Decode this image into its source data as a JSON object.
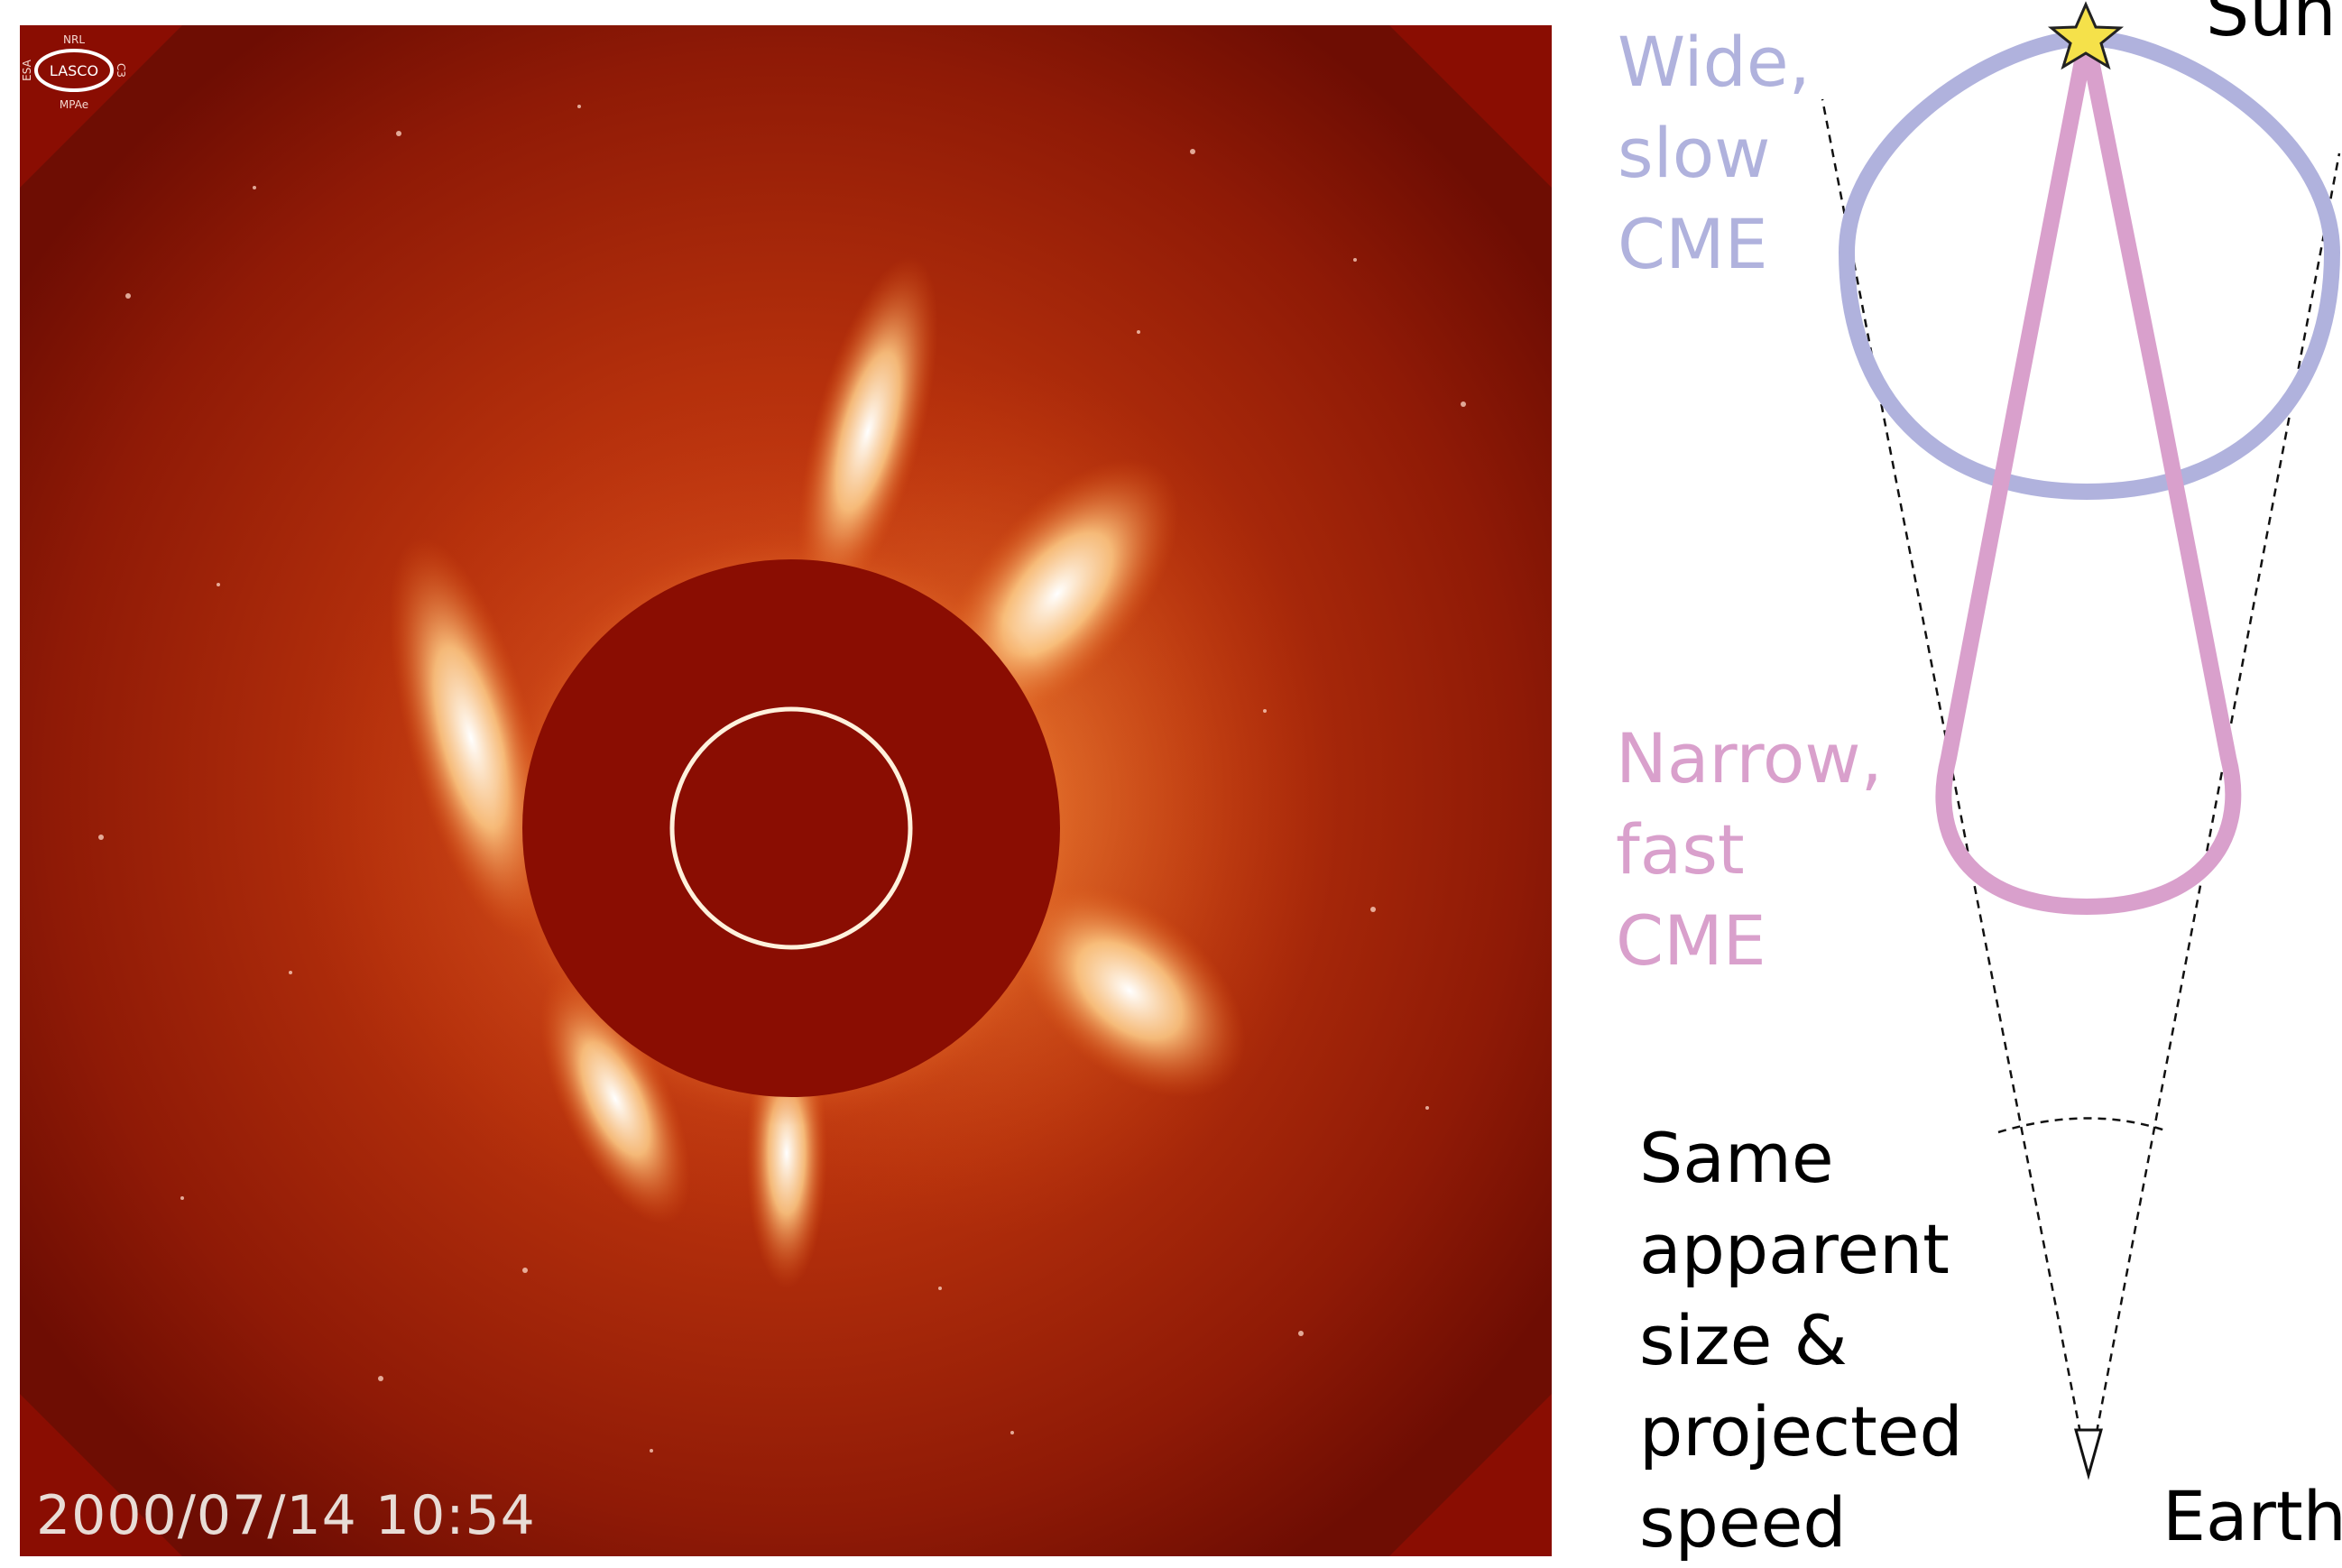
{
  "photo": {
    "timestamp": "2000/07/14 10:54",
    "logo_text": "LASCO",
    "logo_small_top": "NRL",
    "logo_small_left": "ESA",
    "logo_small_right": "C3",
    "logo_small_bottom": "MPAe"
  },
  "diagram": {
    "sun_label": "Sun",
    "earth_label": "Earth",
    "wide_label": [
      "Wide,",
      "slow",
      "CME"
    ],
    "narrow_label": [
      "Narrow,",
      "fast",
      "CME"
    ],
    "same_label": [
      "Same",
      "apparent",
      "size &",
      "projected",
      "speed"
    ],
    "colors": {
      "wide_cme": "#b0b2dd",
      "narrow_cme": "#d9a0cc",
      "star": "#f5e14a",
      "text_main": "#000000"
    }
  },
  "icons": {
    "star": "sun-star-icon",
    "arrowhead": "earth-arrowhead-icon"
  }
}
